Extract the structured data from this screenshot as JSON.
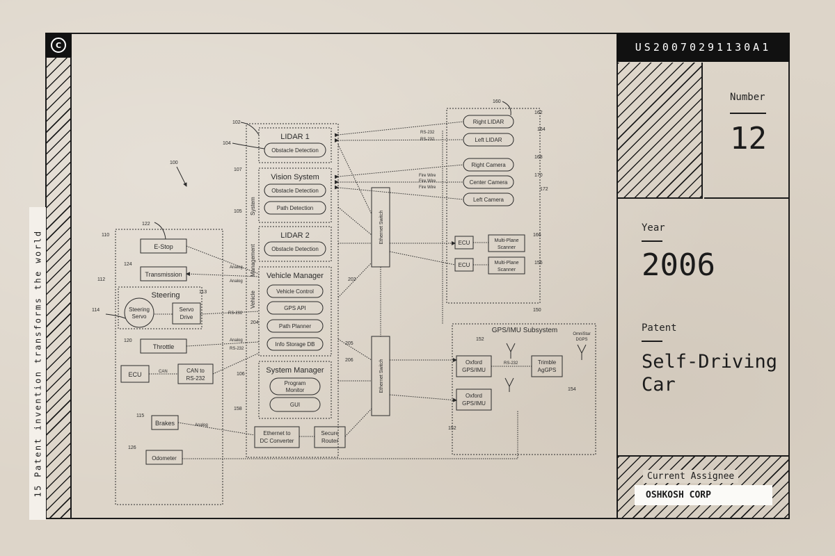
{
  "header": {
    "patent_number": "US20070291130A1"
  },
  "sidebar": {
    "series_label": "15 Patent invention transforms the world"
  },
  "card": {
    "number_label": "Number",
    "number_value": "12",
    "year_label": "Year",
    "year_value": "2006",
    "patent_label": "Patent",
    "patent_title": "Self-Driving Car",
    "assignee_label": "Current Assignee",
    "assignee_value": "OSHKOSH CORP"
  },
  "figure": {
    "ref_100": "100",
    "ref_102": "102",
    "ref_104": "104",
    "ref_105": "105",
    "ref_106": "106",
    "ref_107": "107",
    "ref_110": "110",
    "ref_112": "112",
    "ref_113": "113",
    "ref_114": "114",
    "ref_115": "115",
    "ref_120": "120",
    "ref_122": "122",
    "ref_124": "124",
    "ref_126": "126",
    "ref_150": "150",
    "ref_152a": "152",
    "ref_152b": "152",
    "ref_154": "154",
    "ref_156": "156",
    "ref_158": "158",
    "ref_160": "160",
    "ref_162": "162",
    "ref_164": "164",
    "ref_166": "166",
    "ref_168": "168",
    "ref_170": "170",
    "ref_172": "172",
    "ref_202": "202",
    "ref_204": "204",
    "ref_205": "205",
    "ref_206": "206",
    "lidar1": "LIDAR 1",
    "obstacle_detection_1": "Obstacle Detection",
    "vision_system": "Vision System",
    "obstacle_detection_2": "Obstacle Detection",
    "path_detection": "Path Detection",
    "lidar2": "LIDAR 2",
    "obstacle_detection_3": "Obstacle Detection",
    "system_label": "System",
    "management_label": "Management",
    "vehicle_label": "Vehicle",
    "vehicle_manager": "Vehicle Manager",
    "vehicle_control": "Vehicle Control",
    "gps_api": "GPS API",
    "path_planner": "Path Planner",
    "info_storage": "Info Storage DB",
    "system_manager": "System Manager",
    "program_monitor_1": "Program",
    "program_monitor_2": "Monitor",
    "gui": "GUI",
    "estop": "E-Stop",
    "transmission": "Transmission",
    "steering": "Steering",
    "steering_servo_1": "Steering",
    "steering_servo_2": "Servo",
    "servo_drive_1": "Servo",
    "servo_drive_2": "Drive",
    "throttle": "Throttle",
    "ecu_left": "ECU",
    "can_to_1": "CAN to",
    "can_to_2": "RS-232",
    "brakes": "Brakes",
    "odometer": "Odometer",
    "ethernet_dc_1": "Ethernet to",
    "ethernet_dc_2": "DC Converter",
    "secure_router_1": "Secure",
    "secure_router_2": "Router",
    "ethernet_switch_1": "Ethernet Switch",
    "ethernet_switch_2": "Ethernet Switch",
    "right_lidar": "Right LIDAR",
    "left_lidar": "Left LIDAR",
    "right_camera": "Right Camera",
    "center_camera": "Center Camera",
    "left_camera": "Left Camera",
    "ecu_r1": "ECU",
    "ecu_r2": "ECU",
    "mp_scanner_1a": "Multi-Plane",
    "mp_scanner_1b": "Scanner",
    "mp_scanner_2a": "Multi-Plane",
    "mp_scanner_2b": "Scanner",
    "gps_subsystem": "GPS/IMU Subsystem",
    "oxford_1a": "Oxford",
    "oxford_1b": "GPS/IMU",
    "oxford_2a": "Oxford",
    "oxford_2b": "GPS/IMU",
    "trimble_1": "Trimble",
    "trimble_2": "AgGPS",
    "omnistar_1": "OmniStar",
    "omnistar_2": "DGPS",
    "rs232_a": "RS-232",
    "rs232_b": "RS-232",
    "rs232_c": "RS-232",
    "rs232_d": "RS-232",
    "rs232_e": "RS-232",
    "fire_wire_a": "Fire Wire",
    "fire_wire_b": "Fire Wire",
    "fire_wire_c": "Fire Wire",
    "analog_a": "Analog",
    "analog_b": "Analog",
    "analog_c": "Analog",
    "analog_d": "Analog",
    "can_label": "CAN"
  }
}
